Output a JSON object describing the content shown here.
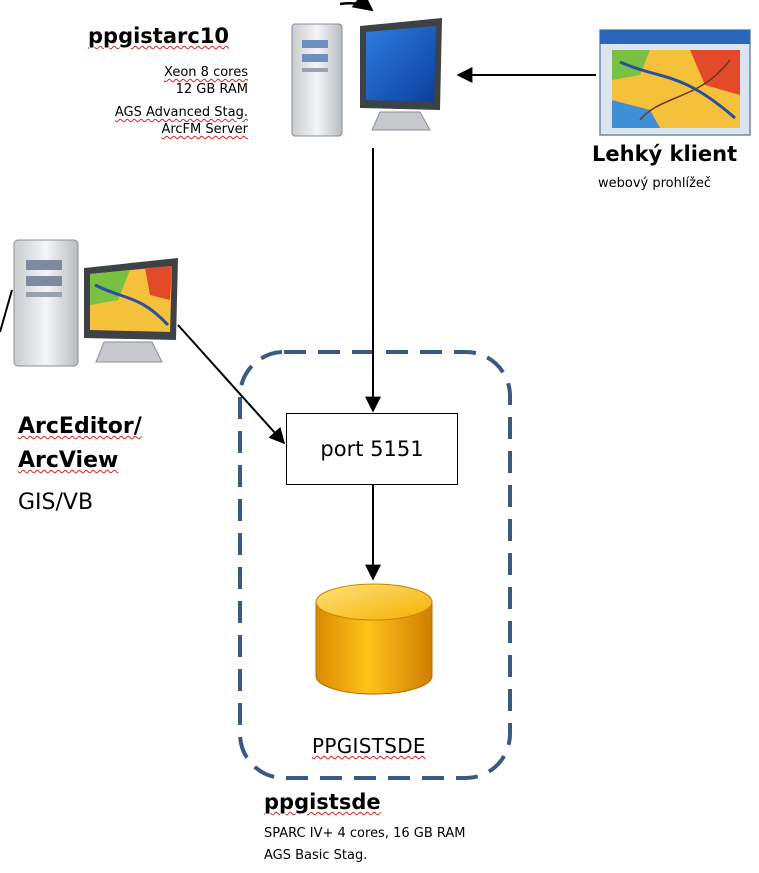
{
  "server": {
    "name": "ppgistarc10",
    "specs": [
      "Xeon 8 cores",
      "12 GB RAM",
      "AGS Advanced Stag.",
      "ArcFM Server"
    ]
  },
  "client": {
    "name": "Lehký klient",
    "subtitle": "webový prohlížeč"
  },
  "editor": {
    "line1": "ArcEditor/",
    "line2": "ArcView",
    "subtitle": "GIS/VB"
  },
  "port": {
    "label": "port 5151"
  },
  "database": {
    "name": "PPGISTSDE"
  },
  "sde": {
    "name": "ppgistsde",
    "line1": "SPARC IV+ 4 cores, 16 GB RAM",
    "line2": "AGS Basic Stag."
  },
  "icons": {
    "server_computer": "desktop-computer-icon",
    "client_browser": "web-browser-map-icon",
    "editor_computer": "desktop-computer-icon",
    "database": "database-cylinder-icon"
  },
  "colors": {
    "boundary": "#3b5a82",
    "cylinder": "#f2a900",
    "cylinder_top": "#ffd34d",
    "connector": "#000000"
  }
}
